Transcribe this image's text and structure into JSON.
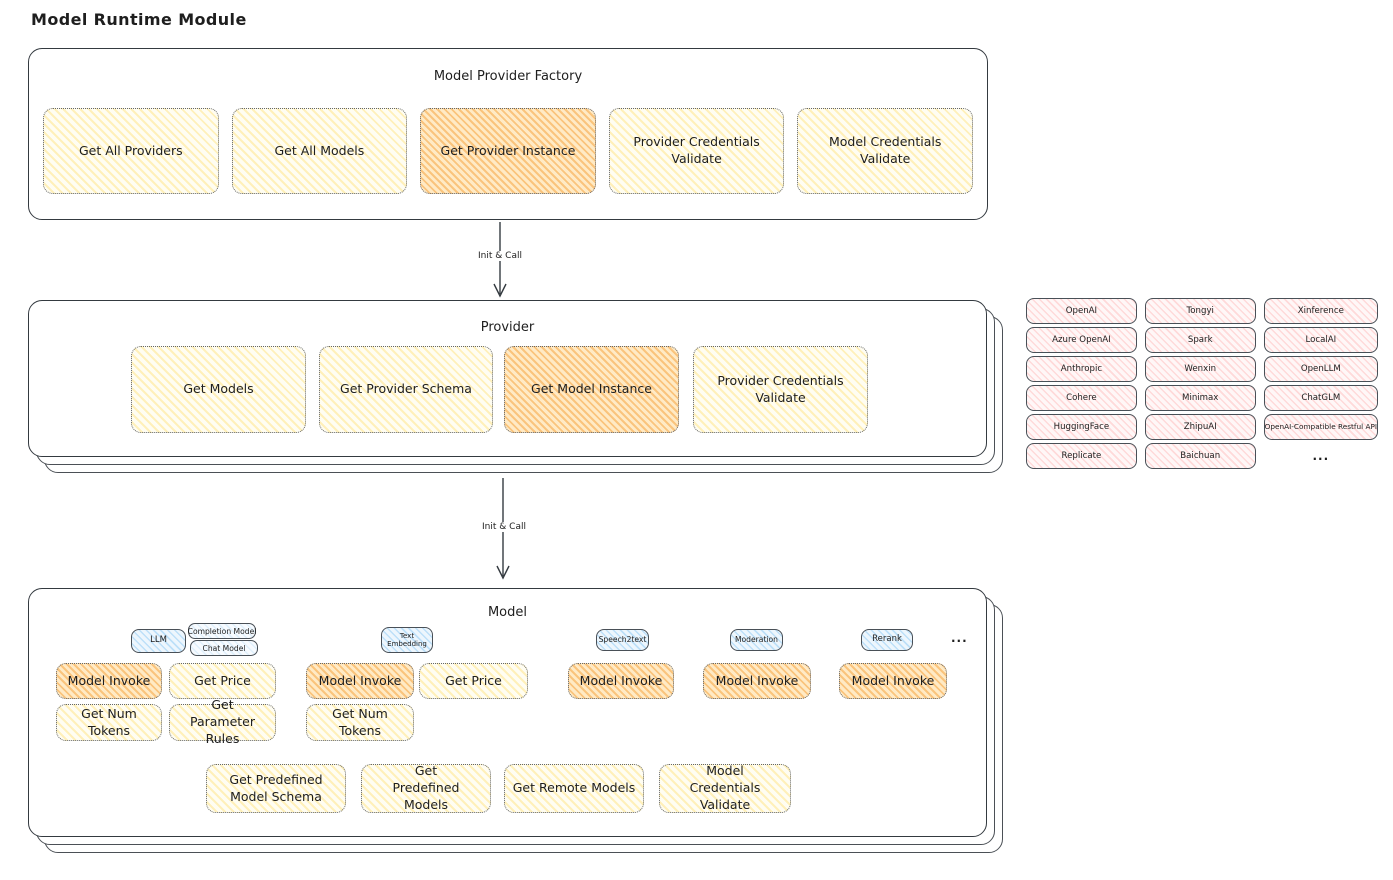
{
  "page": {
    "title": "Model Runtime Module"
  },
  "colors": {
    "ink": "#1e1e1e",
    "panel_border": "#343a40",
    "yellow_fill": "#ffec99",
    "orange_highlight_fill": "#f7ad51",
    "pink_fill": "#ffc9c9",
    "blue_fill": "#a5d8ff"
  },
  "arrows": [
    {
      "label": "Init & Call"
    },
    {
      "label": "Init & Call"
    }
  ],
  "factory_panel": {
    "title": "Model Provider Factory",
    "boxes": [
      {
        "label": "Get All Providers",
        "highlighted": false
      },
      {
        "label": "Get All Models",
        "highlighted": false
      },
      {
        "label": "Get Provider Instance",
        "highlighted": true
      },
      {
        "label": "Provider Credentials Validate",
        "highlighted": false
      },
      {
        "label": "Model Credentials Validate",
        "highlighted": false
      }
    ]
  },
  "provider_panel": {
    "title": "Provider",
    "boxes": [
      {
        "label": "Get Models",
        "highlighted": false
      },
      {
        "label": "Get Provider Schema",
        "highlighted": false
      },
      {
        "label": "Get Model Instance",
        "highlighted": true
      },
      {
        "label": "Provider Credentials Validate",
        "highlighted": false
      }
    ]
  },
  "providers_list": {
    "cells": [
      "OpenAI",
      "Tongyi",
      "Xinference",
      "Azure OpenAI",
      "Spark",
      "LocalAI",
      "Anthropic",
      "Wenxin",
      "OpenLLM",
      "Cohere",
      "Minimax",
      "ChatGLM",
      "HuggingFace",
      "ZhipuAI",
      "OpenAI-Compatible Restful API",
      "Replicate",
      "Baichuan"
    ],
    "ellipsis": "..."
  },
  "model_panel": {
    "title": "Model",
    "ellipsis": "...",
    "groups": [
      {
        "tag": "LLM",
        "sub_tags": [
          "Completion Model",
          "Chat Model"
        ],
        "boxes": [
          {
            "label": "Model Invoke",
            "highlighted": true
          },
          {
            "label": "Get Price",
            "highlighted": false
          },
          {
            "label": "Get Num Tokens",
            "highlighted": false
          },
          {
            "label": "Get Parameter Rules",
            "highlighted": false
          }
        ]
      },
      {
        "tag": "Text Embedding",
        "boxes": [
          {
            "label": "Model Invoke",
            "highlighted": true
          },
          {
            "label": "Get Price",
            "highlighted": false
          },
          {
            "label": "Get Num Tokens",
            "highlighted": false
          }
        ]
      },
      {
        "tag": "Speech2text",
        "boxes": [
          {
            "label": "Model Invoke",
            "highlighted": true
          }
        ]
      },
      {
        "tag": "Moderation",
        "boxes": [
          {
            "label": "Model Invoke",
            "highlighted": true
          }
        ]
      },
      {
        "tag": "Rerank",
        "boxes": [
          {
            "label": "Model Invoke",
            "highlighted": true
          }
        ]
      }
    ],
    "shared_boxes": [
      {
        "label": "Get Predefined Model Schema"
      },
      {
        "label": "Get Predefined Models"
      },
      {
        "label": "Get Remote Models"
      },
      {
        "label": "Model Credentials Validate"
      }
    ]
  }
}
